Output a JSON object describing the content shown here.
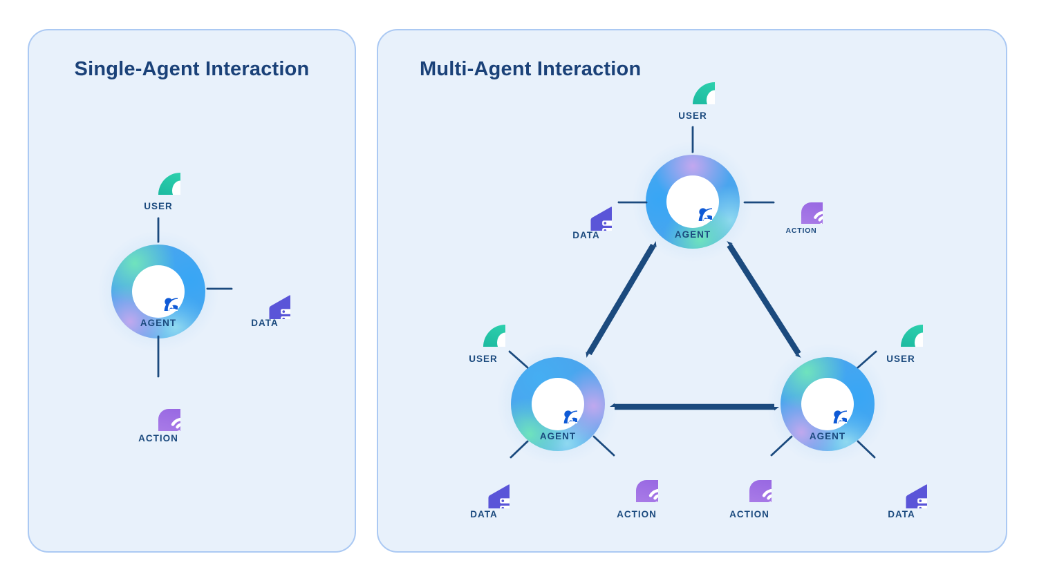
{
  "single": {
    "title": "Single-Agent Interaction",
    "user_label": "USER",
    "agent_label": "AGENT",
    "data_label": "DATA",
    "action_label": "ACTION"
  },
  "multi": {
    "title": "Multi-Agent Interaction",
    "top": {
      "user_label": "USER",
      "agent_label": "AGENT",
      "data_label": "DATA",
      "action_label": "ACTION"
    },
    "bottom_left": {
      "user_label": "USER",
      "agent_label": "AGENT",
      "data_label": "DATA",
      "action_label": "ACTION"
    },
    "bottom_right": {
      "user_label": "USER",
      "agent_label": "AGENT",
      "data_label": "DATA",
      "action_label": "ACTION"
    }
  },
  "icons": {
    "user": "person-silhouette-in-teal-circle",
    "agent": "robot-face-in-blue-circle",
    "data": "server-stack-in-indigo-hexagon",
    "action": "click-target-arrow-in-purple-square"
  },
  "colors": {
    "navy_text": "#1b4a7e",
    "arrow": "#1b4a7e",
    "panel_bg": "#e8f1fb",
    "panel_border": "#abc9f3",
    "teal": "#1fbda4",
    "indigo": "#5a55d8",
    "purple": "#9f6fe3",
    "agent_blue": "#0f5ad6",
    "canvas_bg": "#ffffff"
  }
}
